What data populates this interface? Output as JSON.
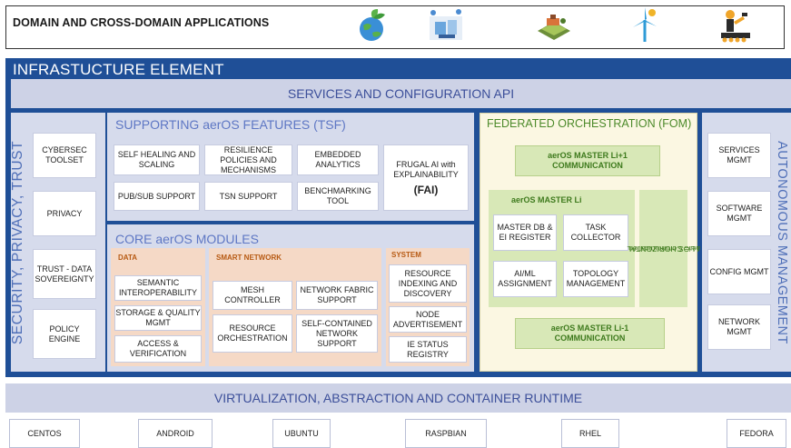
{
  "domain": {
    "title": "DOMAIN AND CROSS-DOMAIN APPLICATIONS",
    "icons": [
      "earth-leaf-icon",
      "smart-factory-icon",
      "farm-field-icon",
      "wind-turbine-icon",
      "industrial-robot-icon"
    ]
  },
  "infra": {
    "title": "INFRASTUCTURE ELEMENT",
    "api": "SERVICES AND CONFIGURATION API"
  },
  "security": {
    "label": "SECURITY, PRIVACY, TRUST",
    "items": [
      "CYBERSEC TOOLSET",
      "PRIVACY",
      "TRUST - DATA SOVEREIGNTY",
      "POLICY ENGINE"
    ]
  },
  "tsf": {
    "title": "SUPPORTING aerOS FEATURES  (TSF)",
    "items": [
      "SELF HEALING AND SCALING",
      "RESILIENCE POLICIES AND MECHANISMS",
      "EMBEDDED ANALYTICS",
      "PUB/SUB SUPPORT",
      "TSN SUPPORT",
      "BENCHMARKING TOOL"
    ],
    "fai_label": "FRUGAL AI with EXPLAINABILITY",
    "fai_abbr": "(FAI)"
  },
  "core": {
    "title": "CORE aerOS MODULES",
    "data": {
      "label": "DATA",
      "items": [
        "SEMANTIC INTEROPERABILITY",
        "STORAGE & QUALITY MGMT",
        "ACCESS & VERIFICATION"
      ]
    },
    "smart": {
      "label": "SMART NETWORK",
      "items": [
        "MESH CONTROLLER",
        "NETWORK FABRIC SUPPORT",
        "RESOURCE ORCHESTRATION",
        "SELF-CONTAINED NETWORK SUPPORT"
      ]
    },
    "system": {
      "label": "SYSTEM",
      "items": [
        "RESOURCE INDEXING AND DISCOVERY",
        "NODE ADVERTISEMENT",
        "IE STATUS REGISTRY"
      ]
    }
  },
  "fom": {
    "title": "FEDERATED ORCHESTRATION (FOM)",
    "top": "aerOS MASTER Li+1 COMMUNICATION",
    "master_title": "aerOS MASTER Li",
    "master_items": [
      "MASTER DB & EI REGISTER",
      "TASK COLLECTOR",
      "AI/ML ASSIGNMENT",
      "TOPOLOGY MANAGEMENT"
    ],
    "horizontal": "aerOS HORIZONTAL",
    "horizontal_sub": "I Li= Communication",
    "bottom": "aerOS MASTER Li-1 COMMUNICATION"
  },
  "autonomous": {
    "label": "AUTONOMOUS MANAGEMENT",
    "items": [
      "SERVICES MGMT",
      "SOFTWARE MGMT",
      "CONFIG MGMT",
      "NETWORK MGMT"
    ]
  },
  "virtualization": "VIRTUALIZATION, ABSTRACTION AND CONTAINER RUNTIME",
  "os": [
    "CENTOS",
    "ANDROID",
    "UBUNTU",
    "RASPBIAN",
    "RHEL",
    "FEDORA"
  ],
  "colors": {
    "infra": "#1f4f97",
    "panel": "#d6dbec",
    "core_sub": "#f5d9c6",
    "fom_bg": "#fbf7e2",
    "fom_box": "#d8e8b7"
  }
}
